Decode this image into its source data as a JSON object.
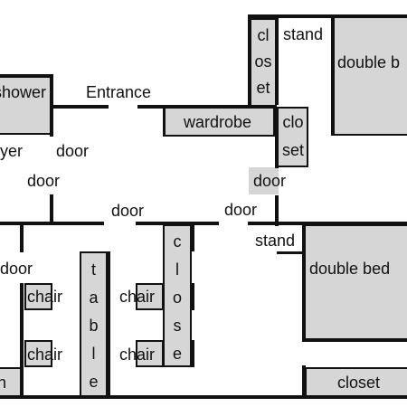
{
  "floorplan": {
    "furniture": {
      "shower": "shower",
      "wardrobe": "wardrobe",
      "closet_top": [
        "cl",
        "os",
        "et"
      ],
      "closet_mid": [
        "clo",
        "set"
      ],
      "closet_vertical": [
        "c",
        "l",
        "o",
        "s",
        "e"
      ],
      "table": [
        "t",
        "a",
        "b",
        "l",
        "e"
      ],
      "chair_left_upper": "chair",
      "chair_left_lower": "chair",
      "chair_right_upper": "chair",
      "chair_right_lower": "chair",
      "double_bed_top": "double b",
      "double_bed_bottom": "double bed",
      "stand_top": "stand",
      "stand_bottom": "stand",
      "closet_bottom": "closet",
      "edge_item_bottom_left": "n"
    },
    "labels": {
      "entrance": "Entrance",
      "foyer": "yer",
      "door_foyer": "door",
      "door_left_upper": "door",
      "door_hall": "door",
      "door_right_upper": "door",
      "door_right_lower": "door",
      "door_left_lower": "door"
    },
    "colors": {
      "wall": "#111111",
      "furniture_fill": "#d6d6d6",
      "background": "#ffffff"
    }
  }
}
